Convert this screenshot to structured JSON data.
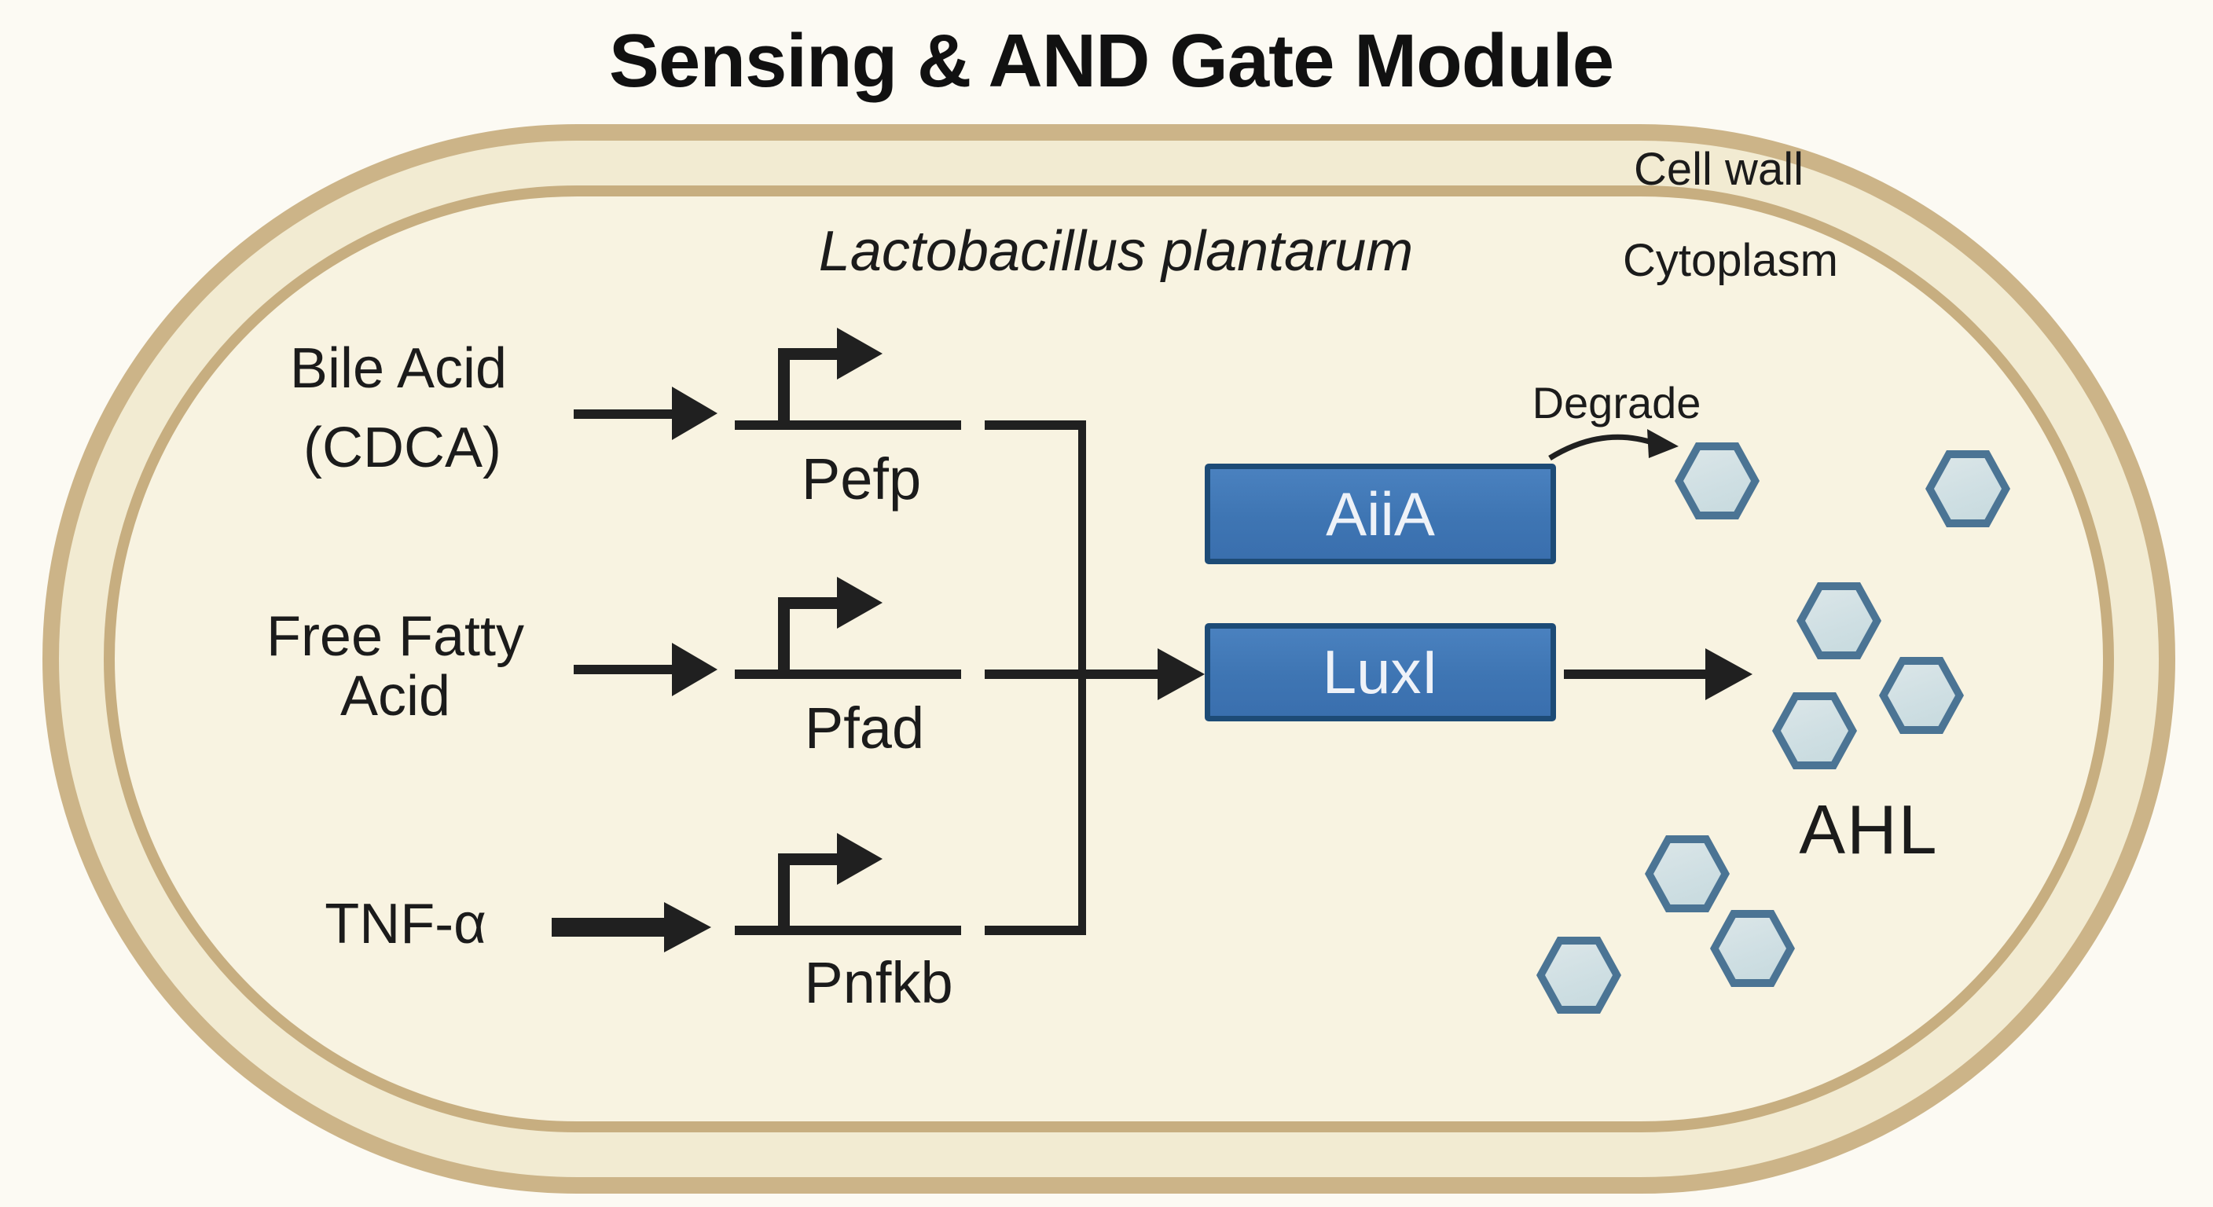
{
  "title": "Sensing & AND Gate Module",
  "cell": {
    "wall_label": "Cell wall",
    "cytoplasm_label": "Cytoplasm",
    "organism": "Lactobacillus plantarum"
  },
  "inputs": [
    {
      "line1": "Bile Acid",
      "line2": "(CDCA)",
      "promoter": "Pefp"
    },
    {
      "line1": "Free Fatty",
      "line2": "Acid",
      "promoter": "Pfad"
    },
    {
      "line1": "TNF-α",
      "line2": "",
      "promoter": "Pnfkb"
    }
  ],
  "enzymes": [
    {
      "name": "AiiA"
    },
    {
      "name": "LuxI"
    }
  ],
  "degrade_label": "Degrade",
  "molecule_label": "AHL",
  "molecule_count": 8,
  "colors": {
    "membrane": "#ccb488",
    "cell_wall_band": "#f2ebd2",
    "cytoplasm": "#f8f3e1",
    "gene_box_fill": "#3e75b3",
    "gene_box_border": "#1d4b76",
    "hexagon_fill": "#cfdfe3",
    "hexagon_border": "#4b7494",
    "line": "#202020"
  }
}
